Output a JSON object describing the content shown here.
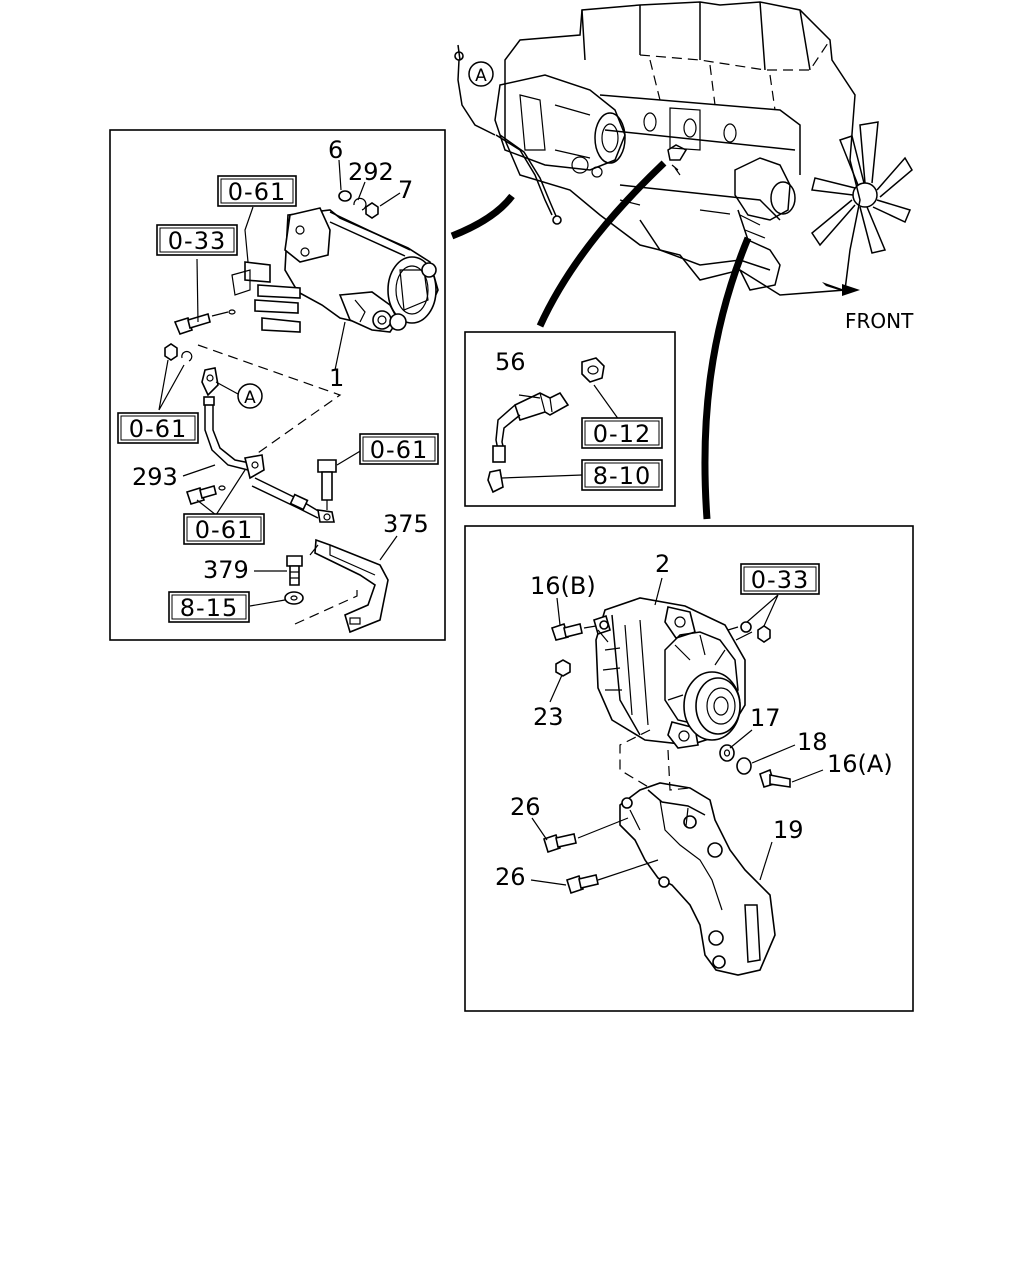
{
  "direction_label": "FRONT",
  "view_marker": "A",
  "callouts": {
    "p1": "1",
    "p2": "2",
    "p6": "6",
    "p7": "7",
    "p16a": "16(A)",
    "p16b": "16(B)",
    "p17": "17",
    "p18": "18",
    "p19": "19",
    "p23": "23",
    "p26a": "26",
    "p26b": "26",
    "p56": "56",
    "p292": "292",
    "p293": "293",
    "p375": "375",
    "p379": "379"
  },
  "reference_boxes": {
    "starter_061_top": "0-61",
    "starter_033": "0-33",
    "starter_061_left": "0-61",
    "starter_061_right": "0-61",
    "starter_061_bottom": "0-61",
    "starter_815": "8-15",
    "sensor_012": "0-12",
    "sensor_810": "8-10",
    "alt_033": "0-33"
  }
}
